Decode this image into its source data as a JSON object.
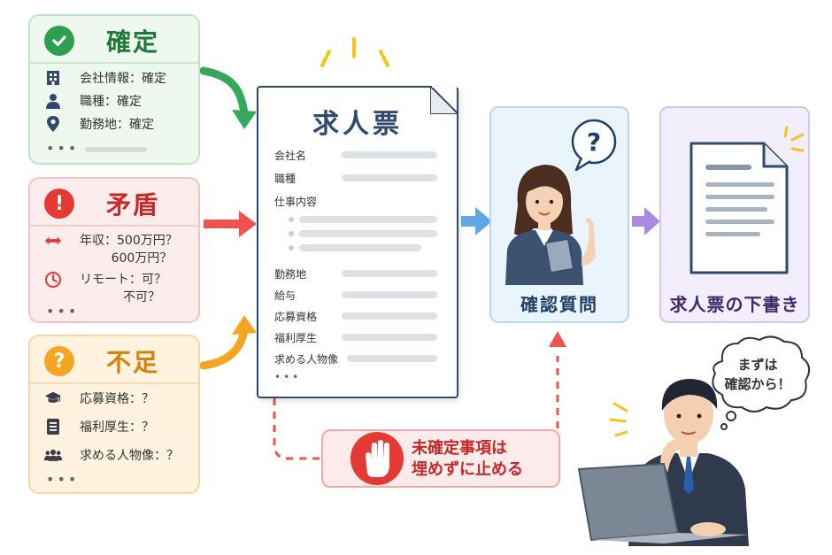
{
  "cards": {
    "confirmed": {
      "title": "確定",
      "items": [
        "会社情報：確定",
        "職種：確定",
        "勤務地：確定"
      ]
    },
    "conflict": {
      "title": "矛盾",
      "items": [
        "年収：500万円？\n        600万円？",
        "リモート：可？\n           不可？"
      ]
    },
    "missing": {
      "title": "不足",
      "items": [
        "応募資格：？",
        "福利厚生：？",
        "求める人物像：？"
      ]
    }
  },
  "sheet": {
    "title": "求人票",
    "fields_top": [
      "会社名",
      "職種",
      "仕事内容"
    ],
    "fields_bottom": [
      "勤務地",
      "給与",
      "応募資格",
      "福利厚生",
      "求める人物像"
    ]
  },
  "confirm": {
    "label": "確認質問"
  },
  "draft": {
    "label": "求人票の下書き"
  },
  "stop": {
    "text": "未確定事項は\n埋めずに止める"
  },
  "thought": {
    "text": "まずは\n確認から！"
  },
  "colors": {
    "green": "#2e9e4f",
    "red": "#e53935",
    "orange": "#f5a524",
    "blue": "#4a90d9",
    "purple": "#9b7bd8",
    "navy": "#2f4a6d"
  },
  "icons": [
    "check-icon",
    "building-icon",
    "person-icon",
    "pin-icon",
    "exclamation-icon",
    "double-arrow-icon",
    "clock-icon",
    "question-icon",
    "graduation-cap-icon",
    "document-icon",
    "people-icon",
    "hand-stop-icon"
  ]
}
